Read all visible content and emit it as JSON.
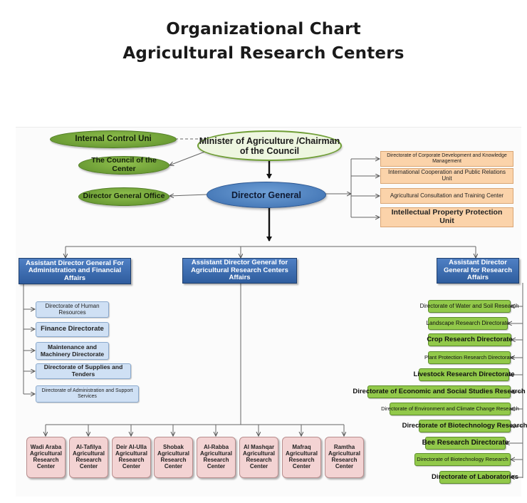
{
  "title": {
    "line1": "Organizational Chart",
    "line2": "Agricultural Research Centers"
  },
  "top": {
    "internal_control": "Internal Control Uni",
    "minister": "Minister of Agriculture /Chairman of the Council",
    "council": "The Council of the Center",
    "director_general": "Director General",
    "dg_office": "Director General Office"
  },
  "units_right": [
    "Directorate of Corporate Development and Knowledge Management",
    "International Cooperation and Public Relations Unit",
    "Agricultural Consultation and Training Center",
    "Intellectual Property Protection Unit"
  ],
  "assistants": {
    "admin": "Assistant Director General For Administration and Financial Affairs",
    "centers": "Assistant Director General for Agricultural Research Centers Affairs",
    "research": "Assistant Director General for Research Affairs"
  },
  "admin_directorates": [
    "Directorate of Human Resources",
    "Finance Directorate",
    "Maintenance and Machinery Directorate",
    "Directorate of Supplies and Tenders",
    "Directorate of Administration and Support Services"
  ],
  "research_directorates": [
    "Directorate of Water and Soil Research",
    "Landscape Research Directorate",
    "Crop Research Directorate",
    "Plant Protection Research Directorate",
    "Livestock Research Directorate",
    "Directorate of Economic and Social Studies Research",
    "Directorate of Environment and Climate Change Research",
    "Directorate of Biotechnology Research",
    "Bee Research Directorate",
    "Directorate of Biotechnology Research",
    "Directorate of Laboratories"
  ],
  "research_centers": [
    "Wadi Araba Agricultural Research Center",
    "Al-Tafilya Agricultural Research Center",
    "Deir Al-Ulla Agricultural Research Center",
    "Shobak Agricultural Research Center",
    "Al-Rabba Agricultural Research Center",
    "Al Mashqar Agricultural Research Center",
    "Mafraq Agricultural Research Center",
    "Ramtha Agricultural Research Center"
  ]
}
